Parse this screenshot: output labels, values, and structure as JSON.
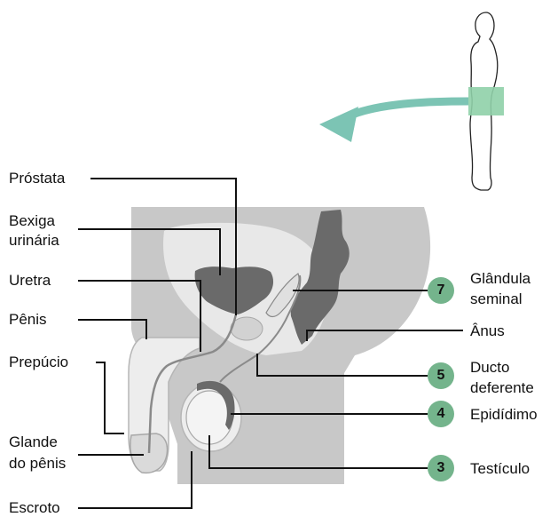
{
  "labels": {
    "prostata": "Próstata",
    "bexiga_1": "Bexiga",
    "bexiga_2": "urinária",
    "uretra": "Uretra",
    "penis": "Pênis",
    "prepucio": "Prepúcio",
    "glande_1": "Glande",
    "glande_2": "do pênis",
    "escroto": "Escroto",
    "glandula_1": "Glândula",
    "glandula_2": "seminal",
    "anus": "Ânus",
    "ducto_1": "Ducto",
    "ducto_2": "deferente",
    "epididimo": "Epidídimo",
    "testiculo": "Testículo"
  },
  "badges": {
    "glandula": "7",
    "ducto": "5",
    "epididimo": "4",
    "testiculo": "3"
  },
  "colors": {
    "body_gray": "#c8c8c8",
    "light_tissue": "#e8e8e8",
    "dark_organ": "#6a6a6a",
    "badge_green": "#74b48c",
    "arrow_teal": "#7cc4b4",
    "highlight_green": "#8fd0a8"
  }
}
